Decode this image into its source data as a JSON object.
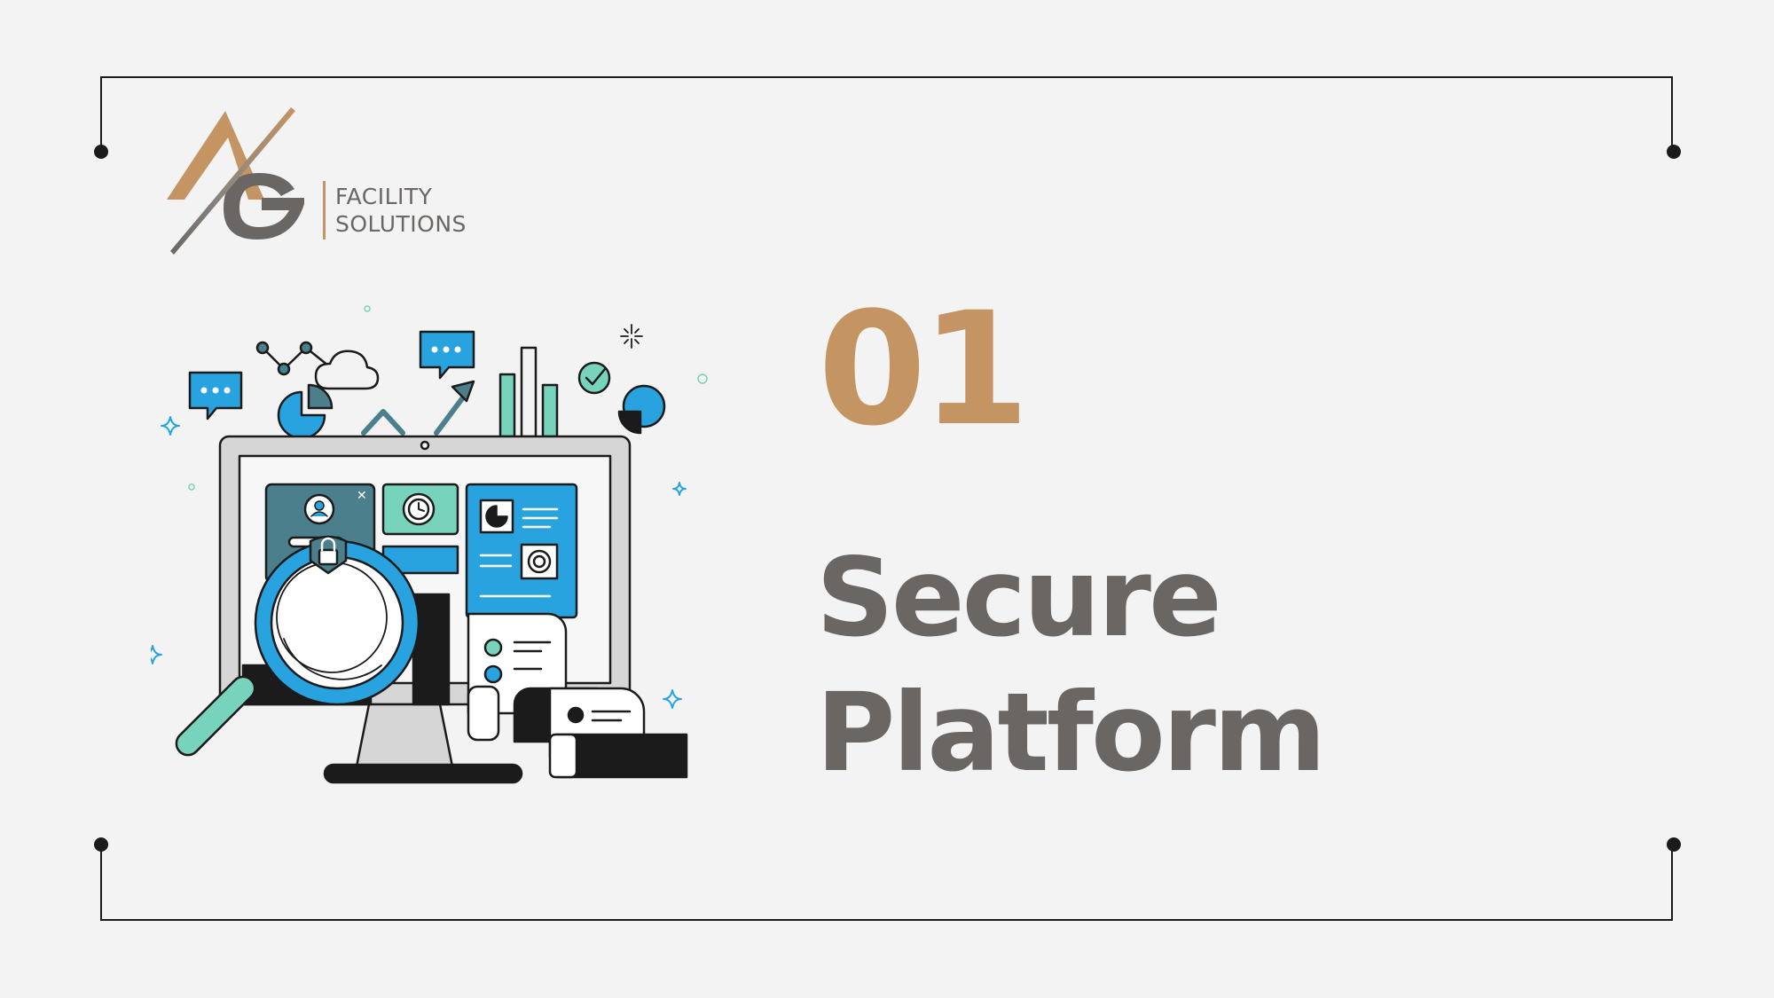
{
  "logo": {
    "monogram": "AG",
    "line1": "FACILITY",
    "line2": "SOLUTIONS",
    "colors": {
      "gold": "#c49462",
      "gray": "#6a6664"
    }
  },
  "slide": {
    "number": "01",
    "title_line1": "Secure",
    "title_line2": "Platform"
  },
  "colors": {
    "background": "#f3f3f3",
    "frame": "#1b1b1b",
    "number": "#c49462",
    "title": "#6a6664",
    "blue": "#29a3e0",
    "teal": "#78d3bd",
    "slate": "#4b7f8c"
  },
  "illustration": {
    "icons": [
      "monitor-icon",
      "magnifier-icon",
      "padlock-icon",
      "user-icon",
      "clock-icon",
      "pie-chart-icon",
      "target-icon",
      "cloud-icon",
      "bar-chart-icon",
      "chat-bubble-icon",
      "check-icon",
      "sparkle-icon"
    ]
  }
}
